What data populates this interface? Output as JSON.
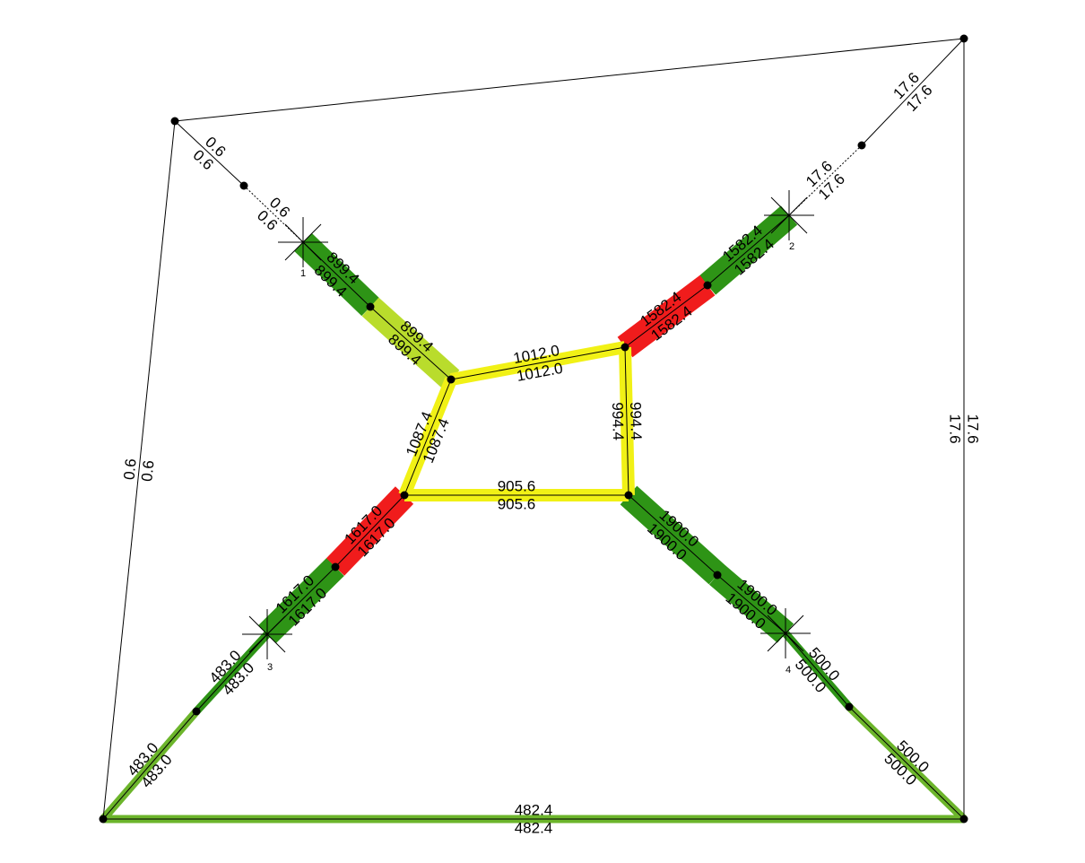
{
  "colors": {
    "green": "#2e9416",
    "lightgreen": "#6cb52b",
    "yellow": "#f1f116",
    "yellowgreen": "#b9dc2c",
    "red": "#f01c1c",
    "line": "#000000"
  },
  "nodes": [
    {
      "id": "A",
      "kind": "dot"
    },
    {
      "id": "B",
      "kind": "dot"
    },
    {
      "id": "C",
      "kind": "dot"
    },
    {
      "id": "D",
      "kind": "dot"
    },
    {
      "id": "P1",
      "kind": "dot"
    },
    {
      "id": "P2",
      "kind": "dot"
    },
    {
      "id": "P3",
      "kind": "dot"
    },
    {
      "id": "P4",
      "kind": "dot"
    },
    {
      "id": "c1",
      "kind": "centroid",
      "label": "1"
    },
    {
      "id": "c2",
      "kind": "centroid",
      "label": "2"
    },
    {
      "id": "c3",
      "kind": "centroid",
      "label": "3"
    },
    {
      "id": "c4",
      "kind": "centroid",
      "label": "4"
    },
    {
      "id": "a1",
      "kind": "dot"
    },
    {
      "id": "b1",
      "kind": "dot"
    },
    {
      "id": "a2",
      "kind": "dot"
    },
    {
      "id": "b2",
      "kind": "dot"
    },
    {
      "id": "a3",
      "kind": "dot"
    },
    {
      "id": "b3",
      "kind": "dot"
    },
    {
      "id": "a4",
      "kind": "dot"
    },
    {
      "id": "b4",
      "kind": "dot"
    }
  ],
  "links": [
    {
      "name": "outer-top",
      "from": "A",
      "to": "B",
      "color": "",
      "labels": []
    },
    {
      "name": "outer-left",
      "from": "A",
      "to": "D",
      "color": "",
      "labels": [
        "0.6",
        "0.6"
      ]
    },
    {
      "name": "outer-right",
      "from": "B",
      "to": "C",
      "color": "",
      "labels": [
        "17.6",
        "17.6"
      ]
    },
    {
      "name": "outer-bottom",
      "from": "D",
      "to": "C",
      "color": "lightgreen",
      "labels": [
        "482.4",
        "482.4"
      ]
    },
    {
      "name": "connector-1a",
      "from": "A",
      "to": "a1",
      "color": "",
      "labels": [
        "0.6",
        "0.6"
      ]
    },
    {
      "name": "connector-1b",
      "from": "a1",
      "to": "c1",
      "color": "",
      "dashed": true,
      "labels": [
        "0.6",
        "0.6"
      ]
    },
    {
      "name": "branch-1a",
      "from": "c1",
      "to": "b1",
      "color": "green",
      "labels": [
        "899.4",
        "899.4"
      ]
    },
    {
      "name": "branch-1b",
      "from": "b1",
      "to": "P1",
      "color": "yellowgreen",
      "labels": [
        "899.4",
        "899.4"
      ]
    },
    {
      "name": "connector-2a",
      "from": "B",
      "to": "a2",
      "color": "",
      "labels": [
        "17.6",
        "17.6"
      ]
    },
    {
      "name": "connector-2b",
      "from": "a2",
      "to": "c2",
      "color": "",
      "dashed": true,
      "labels": [
        "17.6",
        "17.6"
      ]
    },
    {
      "name": "branch-2a",
      "from": "c2",
      "to": "b2",
      "color": "green",
      "labels": [
        "1582.4",
        "1582.4"
      ]
    },
    {
      "name": "branch-2b",
      "from": "b2",
      "to": "P2",
      "color": "red",
      "labels": [
        "1582.4",
        "1582.4"
      ]
    },
    {
      "name": "connector-3a",
      "from": "D",
      "to": "a3",
      "color": "lightgreen",
      "labels": [
        "483.0",
        "483.0"
      ]
    },
    {
      "name": "connector-3b",
      "from": "a3",
      "to": "c3",
      "color": "green",
      "thin": true,
      "labels": [
        "483.0",
        "483.0"
      ]
    },
    {
      "name": "branch-3a",
      "from": "c3",
      "to": "b3",
      "color": "green",
      "labels": [
        "1617.0",
        "1617.0"
      ]
    },
    {
      "name": "branch-3b",
      "from": "b3",
      "to": "P3",
      "color": "red",
      "labels": [
        "1617.0",
        "1617.0"
      ]
    },
    {
      "name": "connector-4a",
      "from": "C",
      "to": "a4",
      "color": "lightgreen",
      "labels": [
        "500.0",
        "500.0"
      ]
    },
    {
      "name": "connector-4b",
      "from": "a4",
      "to": "c4",
      "color": "green",
      "thin": true,
      "labels": [
        "500.0",
        "500.0"
      ]
    },
    {
      "name": "branch-4a",
      "from": "c4",
      "to": "b4",
      "color": "green",
      "labels": [
        "1900.0",
        "1900.0"
      ]
    },
    {
      "name": "branch-4b",
      "from": "b4",
      "to": "P4",
      "color": "green",
      "labels": [
        "1900.0",
        "1900.0"
      ]
    },
    {
      "name": "inner-top",
      "from": "P1",
      "to": "P2",
      "color": "yellow",
      "labels": [
        "1012.0",
        "1012.0"
      ]
    },
    {
      "name": "inner-right",
      "from": "P2",
      "to": "P4",
      "color": "yellow",
      "labels": [
        "994.4",
        "994.4"
      ]
    },
    {
      "name": "inner-bottom",
      "from": "P3",
      "to": "P4",
      "color": "yellow",
      "labels": [
        "905.6",
        "905.6"
      ]
    },
    {
      "name": "inner-left",
      "from": "P1",
      "to": "P3",
      "color": "yellow",
      "labels": [
        "1087.4",
        "1087.4"
      ]
    }
  ]
}
